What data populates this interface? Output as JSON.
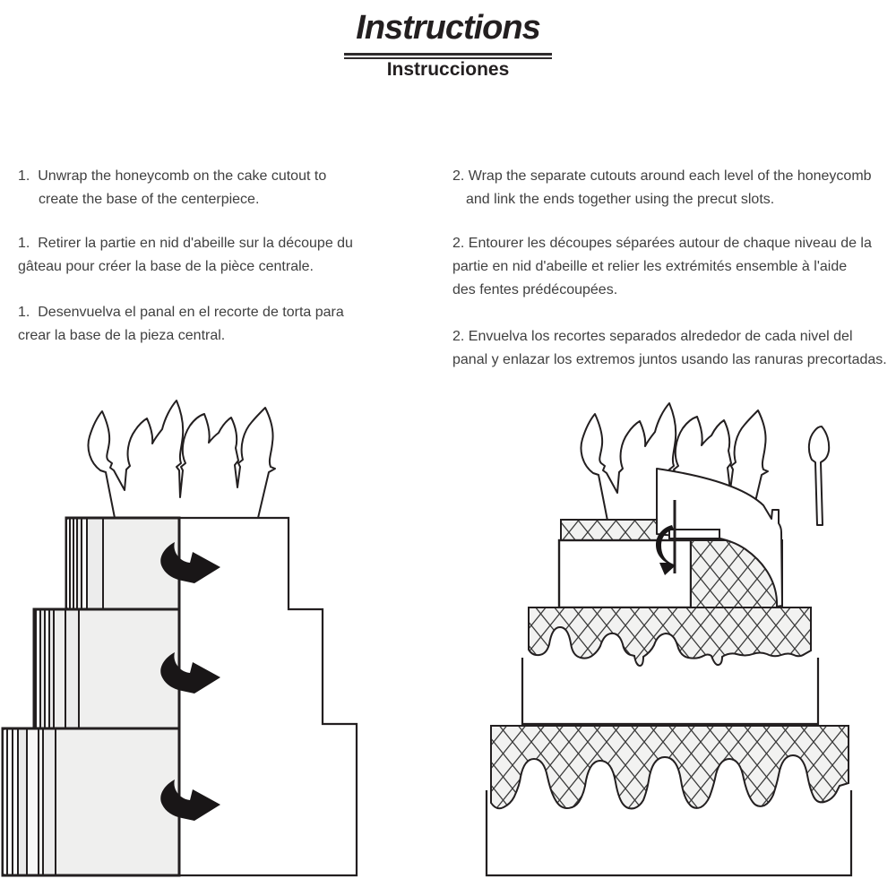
{
  "title": {
    "main": "Instructions",
    "sub": "Instrucciones"
  },
  "steps": {
    "left": {
      "en": {
        "lines": [
          "1.  Unwrap the honeycomb on the cake cutout to",
          "create the base of the centerpiece."
        ]
      },
      "fr": {
        "lines": [
          "1.  Retirer la partie en nid d'abeille sur la découpe du",
          "gâteau pour créer la base de la pièce centrale."
        ]
      },
      "es": {
        "lines": [
          "1.  Desenvuelva el panal en el recorte de torta para",
          "crear la base de la pieza central."
        ]
      }
    },
    "right": {
      "en": {
        "lines": [
          "2. Wrap the separate cutouts around each level of the honeycomb",
          "and link the ends together using the precut slots."
        ]
      },
      "fr": {
        "lines": [
          "2. Entourer les découpes séparées autour de chaque niveau de la",
          "partie en nid d'abeille et relier les extrémités ensemble à l'aide",
          "des fentes prédécoupées."
        ]
      },
      "es": {
        "lines": [
          "2. Envuelva los recortes separados alrededor de cada nivel del",
          "panal y enlazar los extremos juntos usando las ranuras precortadas."
        ]
      }
    }
  },
  "figures": {
    "step1": {
      "name": "unwrap-honeycomb-diagram",
      "tiers": 3,
      "arrow_icon": "unwrap-arrow-icon",
      "arrow_count": 3
    },
    "step2": {
      "name": "wrap-cutouts-diagram",
      "tiers": 3,
      "arrow_icon": "tuck-arrow-icon",
      "slot_icon": "precut-slot-line"
    }
  },
  "colors": {
    "line": "#231f20",
    "tier_fill": "#efefee",
    "pleat_fill": "#e9e9e9",
    "hatch_bg": "#f2f2f1",
    "arrow": "#191617",
    "text": "#404040",
    "title": "#231f20"
  }
}
